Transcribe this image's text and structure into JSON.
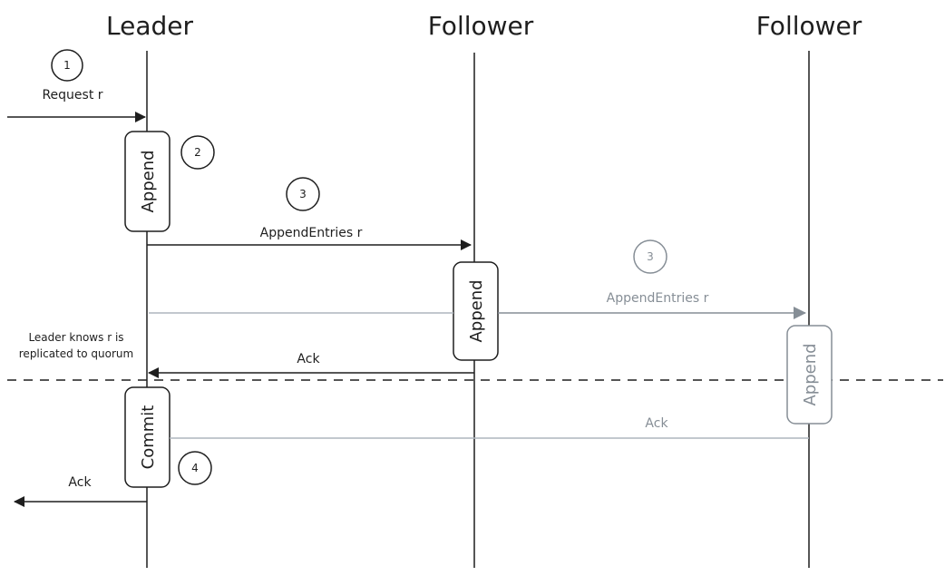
{
  "participants": [
    {
      "id": "leader",
      "label": "Leader"
    },
    {
      "id": "follower1",
      "label": "Follower"
    },
    {
      "id": "follower2",
      "label": "Follower"
    }
  ],
  "steps": [
    {
      "number": "1"
    },
    {
      "number": "2"
    },
    {
      "number": "3"
    },
    {
      "number": "3"
    },
    {
      "number": "4"
    }
  ],
  "messages": {
    "request": "Request r",
    "append_entries_1": "AppendEntries r",
    "append_entries_2": "AppendEntries r",
    "ack_follower1": "Ack",
    "ack_follower2": "Ack",
    "ack_client": "Ack"
  },
  "activations": {
    "leader_append": "Append",
    "follower1_append": "Append",
    "follower2_append": "Append",
    "leader_commit": "Commit"
  },
  "annotation": {
    "line1": "Leader knows r is",
    "line2": "replicated to quorum"
  },
  "colors": {
    "primary": "#1e1e1e",
    "muted": "#868e96",
    "muted_line": "#adb5bd"
  }
}
